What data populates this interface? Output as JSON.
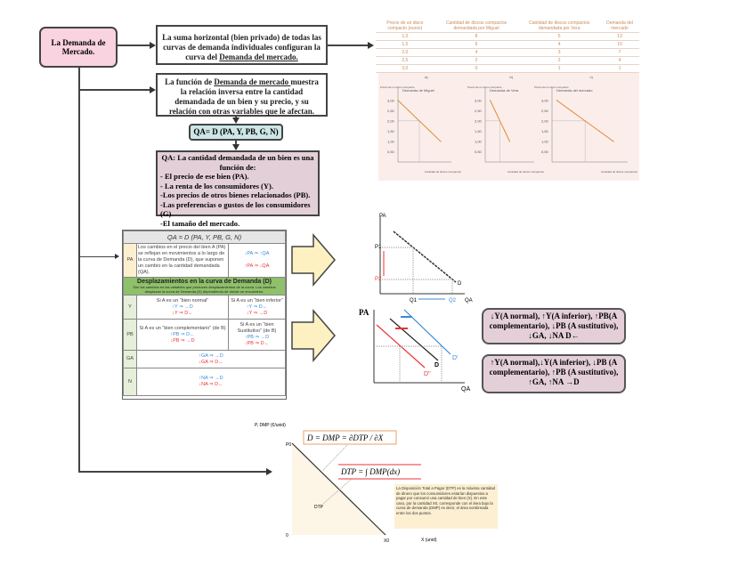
{
  "root": {
    "label": "La Demanda de Mercado."
  },
  "box1": {
    "pre": "La suma horizontal (bien privado) de todas las curvas de demanda individuales configuran la curva del ",
    "link": "Demanda del mercado."
  },
  "box2": {
    "pre": "La función de ",
    "link": "Demanda de mercado ",
    "post": "muestra la relación inversa entre la cantidad demandada de un bien y su precio, y su relación con otras variables que le afectan."
  },
  "formula": "QA= D (PA, Y, PB, G, N)",
  "factors": {
    "title": "QA: La cantidad demandada de un bien es una función de:",
    "items": [
      "- El precio de ese bien (PA).",
      "- La renta de los consumidores (Y).",
      "-Los precios de otros bienes relacionados (PB).",
      "-Las preferencias o gustos de los consumidores (G)",
      "-El tamaño del mercado."
    ]
  },
  "table": {
    "title": "QA = D (PA, Y, PB, G, N)",
    "pa_label": "PA",
    "pa_text": "Los cambios en el precio del bien A (PA) se reflejan en movimientos a lo largo de la curva de Demanda (D), que suponen un cambio en la cantidad demandada (QA).",
    "pa_up": "↑PA ⇒ ↓QA",
    "pa_down": "↓PA ⇒ ↑QA",
    "shift_title": "Desplazamientos en la curva de Demanda (D)",
    "shift_sub": "Son los cambios en las variables que producen desplazamientos de la curva. Los cambios desplazan la curva de Demanda (D) dependiendo de dónde se encuentren.",
    "y_label": "Y",
    "y_normal": "Si A es un “bien normal”",
    "y_normal_up": "↑Y ⇒ →D",
    "y_normal_down": "↓Y ⇒ D←",
    "y_inferior": "Si A es un “bien inferior”",
    "y_inferior_up": "↑Y ⇒ D←",
    "y_inferior_down": "↓Y ⇒ →D",
    "pb_label": "PB",
    "pb_comp": "Si A es un “bien complementario” (de B)",
    "pb_comp_up": "↑PB ⇒ D←",
    "pb_comp_down": "↓PB ⇒ →D",
    "pb_sust": "Si A es un “bien Sustitutivo” (de B)",
    "pb_sust_up": "↑PB ⇒ →D",
    "pb_sust_down": "↓PB ⇒ D←",
    "g_label": "GA",
    "g_up": "↑GA ⇒ →D",
    "g_down": "↓GA ⇒ D←",
    "n_label": "N",
    "n_up": "↑NA ⇒ →D",
    "n_down": "↓NA ⇒ D←"
  },
  "price_table": {
    "headers": [
      "Precio de un disco compacto (euros)",
      "Cantidad de discos compactos demandada por Miguel",
      "Cantidad de discos compactos demandada por Vera",
      "Demanda del mercado"
    ],
    "rows": [
      [
        "1,0",
        "8",
        "5",
        "13"
      ],
      [
        "1,5",
        "6",
        "4",
        "10"
      ],
      [
        "2,0",
        "4",
        "3",
        "7"
      ],
      [
        "2,5",
        "2",
        "2",
        "4"
      ],
      [
        "3,0",
        "0",
        "1",
        "1"
      ]
    ],
    "eq": "="
  },
  "chart_data": [
    {
      "type": "line",
      "panel": "a)",
      "title": "Demanda de Miguel",
      "ylabel": "Precio de un disco compacto",
      "xlabel": "Cantidad de discos compactos",
      "yticks": [
        "0,50",
        "1,00",
        "1,50",
        "2,00",
        "2,50",
        "3,00"
      ],
      "x": [
        0,
        2,
        4,
        6,
        8
      ],
      "y": [
        3.0,
        2.5,
        2.0,
        1.5,
        1.0
      ],
      "xlim": [
        0,
        10
      ],
      "ylim": [
        0,
        3.25
      ],
      "color": "#e08a3c"
    },
    {
      "type": "line",
      "panel": "b)",
      "title": "Demanda de Vera",
      "ylabel": "Precio de un disco compacto",
      "xlabel": "Cantidad de discos compactos",
      "yticks": [
        "0,50",
        "1,00",
        "1,50",
        "2,00",
        "2,50",
        "3,00"
      ],
      "x": [
        1,
        2,
        3,
        4,
        5
      ],
      "y": [
        3.0,
        2.5,
        2.0,
        1.5,
        1.0
      ],
      "xlim": [
        0,
        10
      ],
      "ylim": [
        0,
        3.25
      ],
      "color": "#e08a3c"
    },
    {
      "type": "line",
      "panel": "c)",
      "title": "Demanda del mercado",
      "ylabel": "Precio de un disco compacto",
      "xlabel": "Cantidad de discos compactos",
      "yticks": [
        "0,50",
        "1,00",
        "1,50",
        "2,00",
        "2,50",
        "3,00"
      ],
      "x": [
        1,
        4,
        7,
        10,
        13
      ],
      "y": [
        3.0,
        2.5,
        2.0,
        1.5,
        1.0
      ],
      "xlim": [
        0,
        16
      ],
      "ylim": [
        0,
        3.25
      ],
      "color": "#e08a3c"
    }
  ],
  "graph1": {
    "py": "PA",
    "p1": "P1",
    "p2": "P2",
    "q1": "Q1",
    "q2": "Q2",
    "qx": "QA",
    "d": "D"
  },
  "graph2": {
    "py": "PA",
    "d": "D",
    "d1": "D'",
    "d2": "D''",
    "qx": "QA"
  },
  "shift_left": "↓Y(A normal), ↑Y(A inferior), ↑PB(A complementario), ↓PB (A sustitutivo), ↓GA, ↓NA D←",
  "shift_right": "↑Y(A normal),↓Y(A inferior), ↓PB (A complementario), ↑PB (A sustitutivo), ↑GA, ↑NA →D",
  "surplus": {
    "ylabel": "P, DMP (€/unid)",
    "xlabel": "X (unid)",
    "origin": "0",
    "p0": "P0",
    "x0": "X0",
    "eq1": "D = DMP = ∂DTP / ∂X",
    "eq2": "DTP = ∫ DMP(dx)",
    "dtp": "DTP",
    "note": "La Disposición Total a Pagar (DTP) es la máxima cantidad de dinero que los consumidores estarían dispuestos a pagar por consumir una cantidad de bien (X). En este caso, por la cantidad X0, corresponde con el área bajo la curva de demanda (DMP) es decir, el área sombreada entre los dos puntos."
  }
}
